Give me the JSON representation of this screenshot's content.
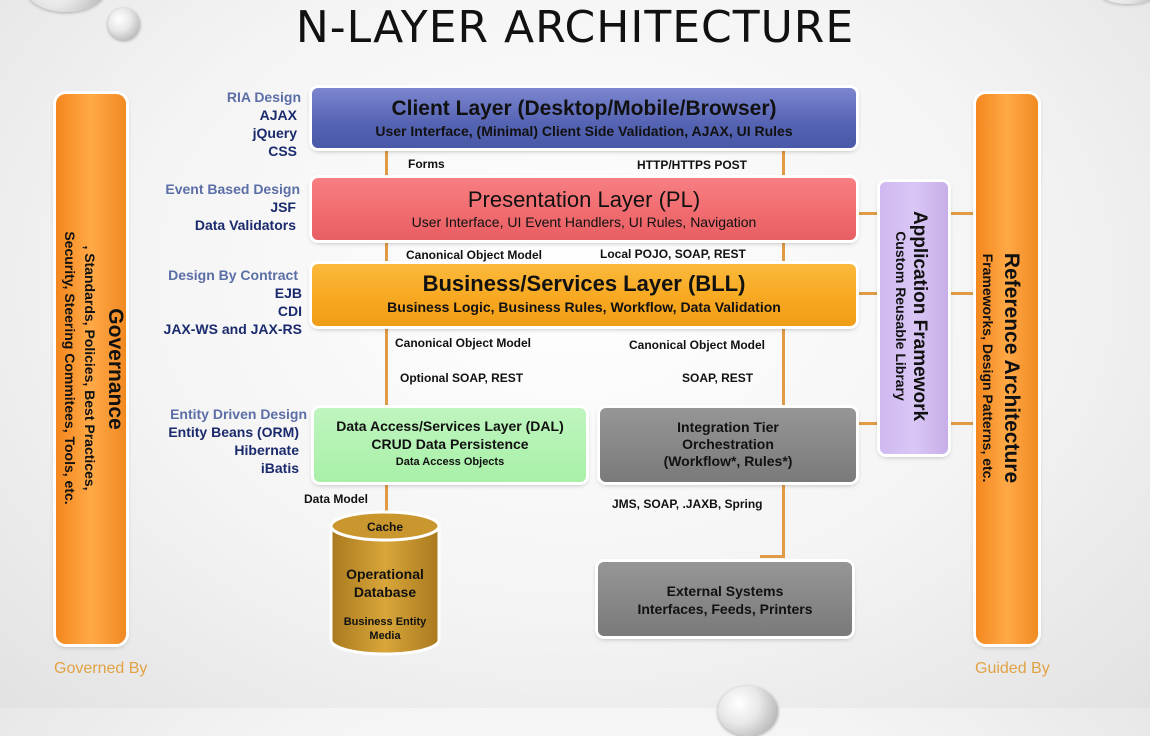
{
  "title": "N-LAYER ARCHITECTURE",
  "left_bar": {
    "title": "Governance",
    "subtitle_line1": ", Standards, Policies, Best Practices,",
    "subtitle_line2": "Security, Steering Commitees, Tools, etc.",
    "footer": "Governed By"
  },
  "right_bar": {
    "title": "Reference Architecture",
    "subtitle": "Frameworks, Design Patterns, etc.",
    "footer": "Guided By"
  },
  "app_framework": {
    "title": "Application Framework",
    "subtitle": "Custom Reusable Library"
  },
  "tech_groups": [
    {
      "head": "RIA Design",
      "items": [
        "AJAX",
        "jQuery",
        "CSS"
      ]
    },
    {
      "head": "Event Based Design",
      "items": [
        "JSF",
        "Data Validators"
      ]
    },
    {
      "head": "Design By Contract",
      "items": [
        "EJB",
        "CDI",
        "JAX-WS and JAX-RS"
      ]
    },
    {
      "head": "Entity Driven Design",
      "items": [
        "Entity Beans (ORM)",
        "Hibernate",
        "iBatis"
      ]
    }
  ],
  "layers": {
    "client": {
      "title": "Client Layer (Desktop/Mobile/Browser)",
      "subtitle": "User Interface, (Minimal) Client Side Validation, AJAX, UI Rules",
      "color": "#5a67b8"
    },
    "presentation": {
      "title": "Presentation Layer (PL)",
      "subtitle": "User Interface, UI Event Handlers, UI Rules, Navigation",
      "color": "#f06a6e"
    },
    "business": {
      "title": "Business/Services Layer (BLL)",
      "subtitle": "Business Logic, Business Rules, Workflow, Data Validation",
      "color": "#f7a71f"
    },
    "data_access": {
      "line1": "Data Access/Services Layer (DAL)",
      "line2": "CRUD Data Persistence",
      "line3": "Data Access Objects",
      "color": "#a8f0a8"
    },
    "integration": {
      "line1": "Integration Tier",
      "line2": "Orchestration",
      "line3": "(Workflow*, Rules*)",
      "color": "#858585"
    },
    "external": {
      "line1": "External Systems",
      "line2": "Interfaces, Feeds, Printers",
      "color": "#858585"
    }
  },
  "database": {
    "top": "Cache",
    "line1": "Operational",
    "line2": "Database",
    "line3": "Business Entity",
    "line4": "Media",
    "color": "#c9972e"
  },
  "connectors": {
    "forms": "Forms",
    "http_post": "HTTP/HTTPS POST",
    "canonical_1": "Canonical Object Model",
    "local_pojo": "Local POJO, SOAP, REST",
    "canonical_2": "Canonical Object Model",
    "canonical_3": "Canonical Object Model",
    "optional_soap": "Optional SOAP, REST",
    "soap_rest": "SOAP, REST",
    "data_model": "Data Model",
    "jms": "JMS, SOAP, .JAXB, Spring"
  }
}
